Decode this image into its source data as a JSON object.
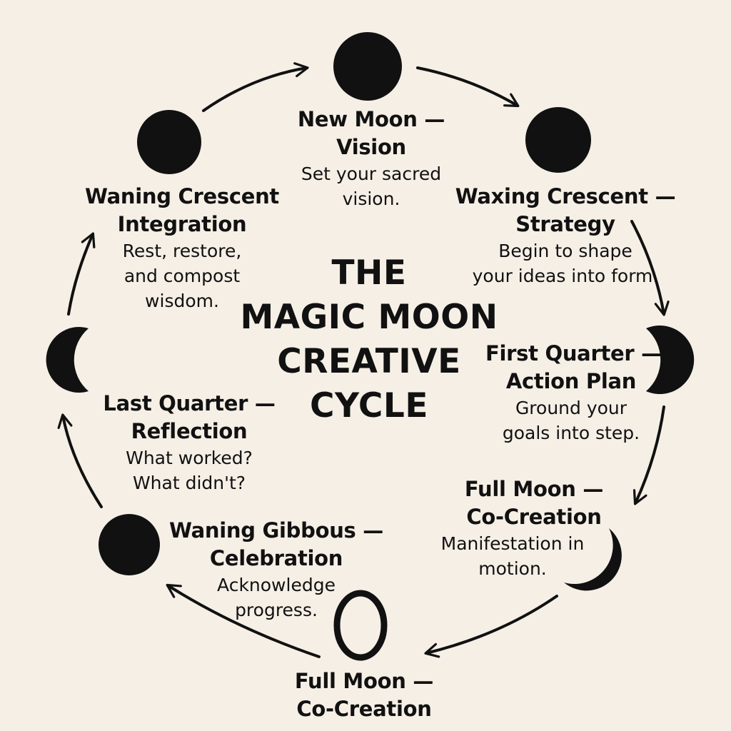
{
  "title_lines": [
    "THE",
    "MAGIC MOON",
    "CREATIVE",
    "CYCLE"
  ],
  "phases": {
    "new_moon": {
      "title_lines": [
        "New Moon —",
        "Vision"
      ],
      "desc_lines": [
        "Set your sacred",
        "vision."
      ]
    },
    "waxing_crescent": {
      "title_lines": [
        "Waxing Crescent —",
        "Strategy"
      ],
      "desc_lines": [
        "Begin to shape",
        "your ideas into form."
      ]
    },
    "first_quarter": {
      "title_lines": [
        "First Quarter —",
        "Action Plan"
      ],
      "desc_lines": [
        "Ground your",
        "goals into step."
      ]
    },
    "full_moon_right": {
      "title_lines": [
        "Full Moon —",
        "Co-Creation"
      ],
      "desc_lines": [
        "Manifestation in",
        "motion."
      ]
    },
    "full_moon_bottom": {
      "title_lines": [
        "Full Moon —",
        "Co-Creation"
      ]
    },
    "waning_gibbous": {
      "title_lines": [
        "Waning Gibbous —",
        "Celebration"
      ],
      "desc_lines": [
        "Acknowledge",
        "progress."
      ]
    },
    "last_quarter": {
      "title_lines": [
        "Last Quarter —",
        "Reflection"
      ],
      "desc_lines": [
        "What worked?",
        "What didn't?"
      ]
    },
    "waning_crescent": {
      "title_lines": [
        "Waning Crescent",
        "Integration"
      ],
      "desc_lines": [
        "Rest, restore,",
        "and compost",
        "wisdom."
      ]
    }
  },
  "colors": {
    "background": "#f5efe6",
    "ink": "#111111"
  }
}
